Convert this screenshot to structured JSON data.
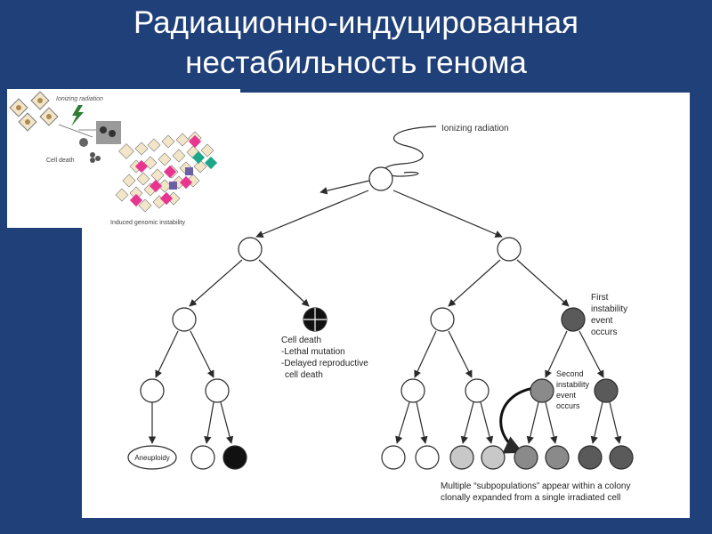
{
  "slide": {
    "title_line1": "Радиационно-индуцированная",
    "title_line2": "нестабильность генома"
  },
  "inset": {
    "radiation_label": "Ionizing radiation",
    "cell_death_label": "Cell death",
    "instability_label": "Induced genomic instability"
  },
  "tree": {
    "radiation_label": "Ionizing radiation",
    "cell_death": {
      "title": "Cell death",
      "line1": "-Lethal mutation",
      "line2": "-Delayed reproductive",
      "line3": "cell death"
    },
    "first_event": [
      "First",
      "instability",
      "event",
      "occurs"
    ],
    "second_event": [
      "Second",
      "instability",
      "event",
      "occurs"
    ],
    "aneuploidy": "Aneuploidy",
    "caption_line1": "Multiple “subpopulations” appear within a colony",
    "caption_line2": "clonally expanded from a single irradiated cell"
  },
  "colors": {
    "background": "#1f4078",
    "panel": "#ffffff",
    "stroke": "#2a2a2a",
    "node_light_gray": "#c8c8c8",
    "node_mid_gray": "#8a8a8a",
    "node_dark_gray": "#5a5a5a",
    "node_black": "#111111",
    "inset_pink": "#e8358f",
    "inset_purple": "#6c5fa6",
    "inset_teal": "#1ea68a",
    "inset_bolt": "#2e7d32"
  }
}
